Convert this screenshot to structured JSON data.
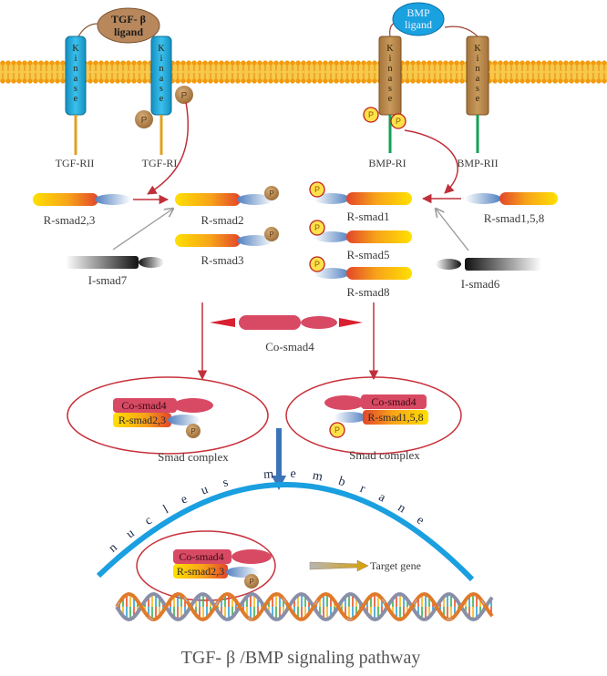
{
  "ligands": {
    "tgf_line1": "TGF- β",
    "tgf_line2": "ligand",
    "bmp_line1": "BMP",
    "bmp_line2": "ligand"
  },
  "kinase_letters": [
    "K",
    "i",
    "n",
    "a",
    "s",
    "e"
  ],
  "phospho": "P",
  "receptors": {
    "tgf_r2": "TGF-RII",
    "tgf_r1": "TGF-RI",
    "bmp_r1": "BMP-RI",
    "bmp_r2": "BMP-RII"
  },
  "smads": {
    "r_smad23": "R-smad2,3",
    "r_smad2": "R-smad2",
    "r_smad3": "R-smad3",
    "i_smad7": "I-smad7",
    "r_smad1": "R-smad1",
    "r_smad5": "R-smad5",
    "r_smad8": "R-smad8",
    "r_smad158": "R-smad1,5,8",
    "i_smad6": "I-smad6",
    "co_smad4": "Co-smad4"
  },
  "complexes": {
    "left_co": "Co-smad4",
    "left_r": "R-smad2,3",
    "right_co": "Co-smad4",
    "right_r": "R-smad1,5,8",
    "nuc_co": "Co-smad4",
    "nuc_r": "R-smad2,3",
    "left_caption": "Smad complex",
    "right_caption": "Smad complex"
  },
  "nucleus_membrane": "nucleus membrane",
  "target_gene": "Target gene",
  "figure_title": "TGF- β /BMP  signaling pathway",
  "colors": {
    "kinase": "#b98a4a",
    "receptor_blue": "#19a7d6",
    "tgf_ligand": "#b8875c",
    "bmp_ligand": "#1aa1e0",
    "arrow_red": "#c0303a",
    "co_smad": "#d84a64",
    "nucleus_arc": "#1a9fe0",
    "membrane": "#f0a020"
  }
}
